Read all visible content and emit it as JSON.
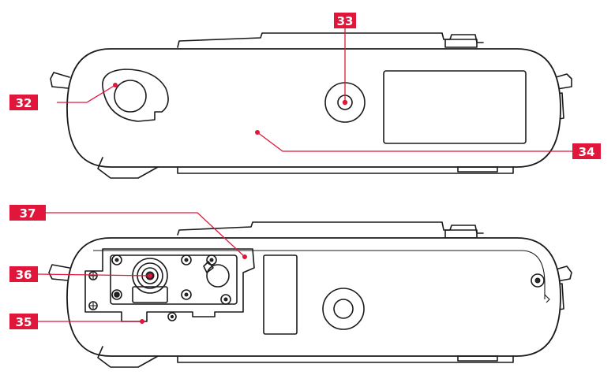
{
  "callouts": {
    "c32": "32",
    "c33": "33",
    "c34": "34",
    "c35": "35",
    "c36": "36",
    "c37": "37"
  },
  "colors": {
    "callout": "#e0173a",
    "line": "#1a1a1a"
  }
}
